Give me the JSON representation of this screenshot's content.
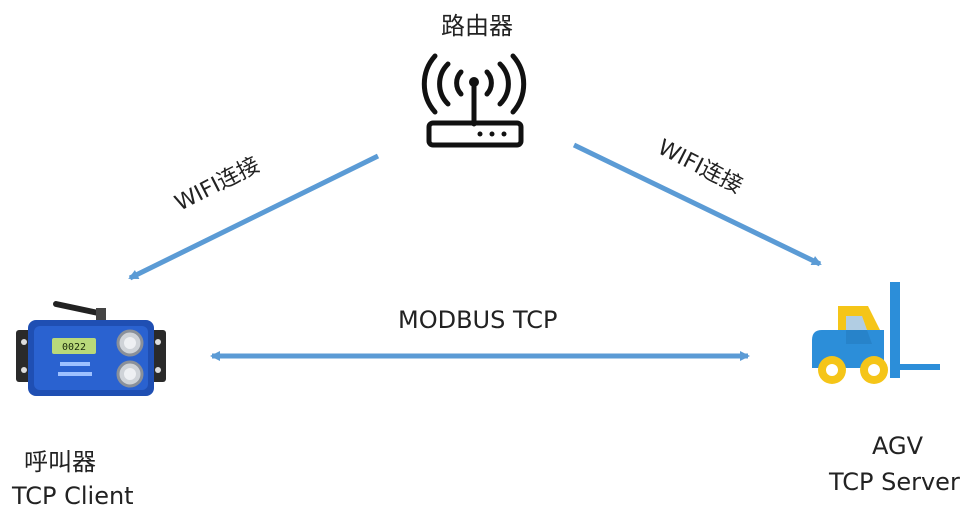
{
  "router": {
    "label": "路由器",
    "icon": "router-icon"
  },
  "links": {
    "wifi_left": "WIFI连接",
    "wifi_right": "WIFI连接",
    "modbus": "MODBUS TCP"
  },
  "client": {
    "name": "呼叫器",
    "role": "TCP Client",
    "icon": "caller-device-icon",
    "screen_value": "0022"
  },
  "server": {
    "name": "AGV",
    "role": "TCP Server",
    "icon": "forklift-icon"
  },
  "colors": {
    "arrow": "#5b9bd5",
    "device_blue": "#1f4fb3",
    "forklift_yellow": "#f5c518",
    "forklift_blue": "#2c8ed9"
  }
}
